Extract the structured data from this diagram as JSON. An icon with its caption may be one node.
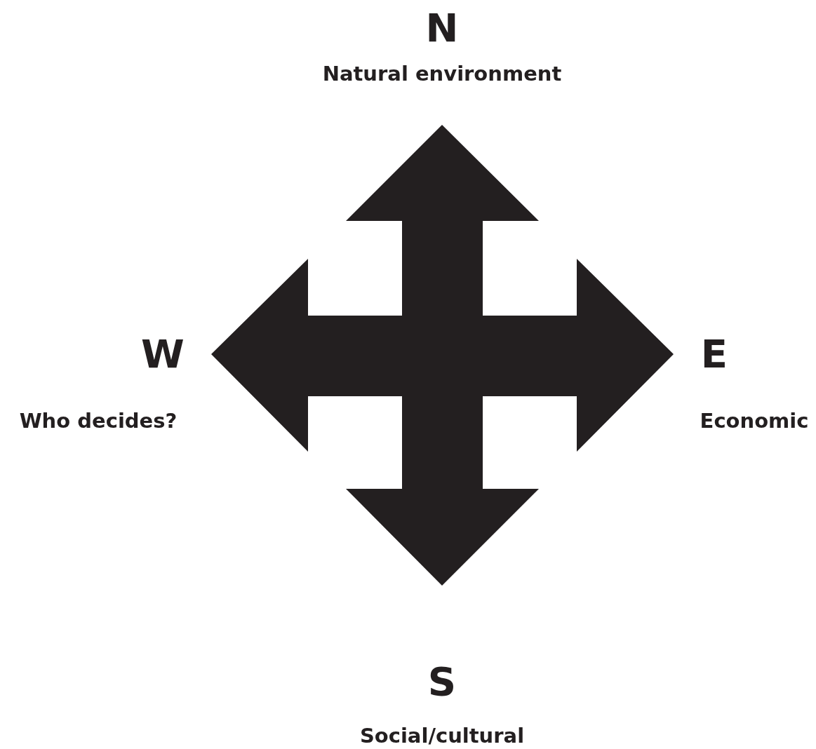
{
  "diagram": {
    "labels": [
      "N",
      "Natural environment",
      "W",
      "Who decides?",
      "E",
      "Economic",
      "S",
      "Social/cultural"
    ]
  }
}
